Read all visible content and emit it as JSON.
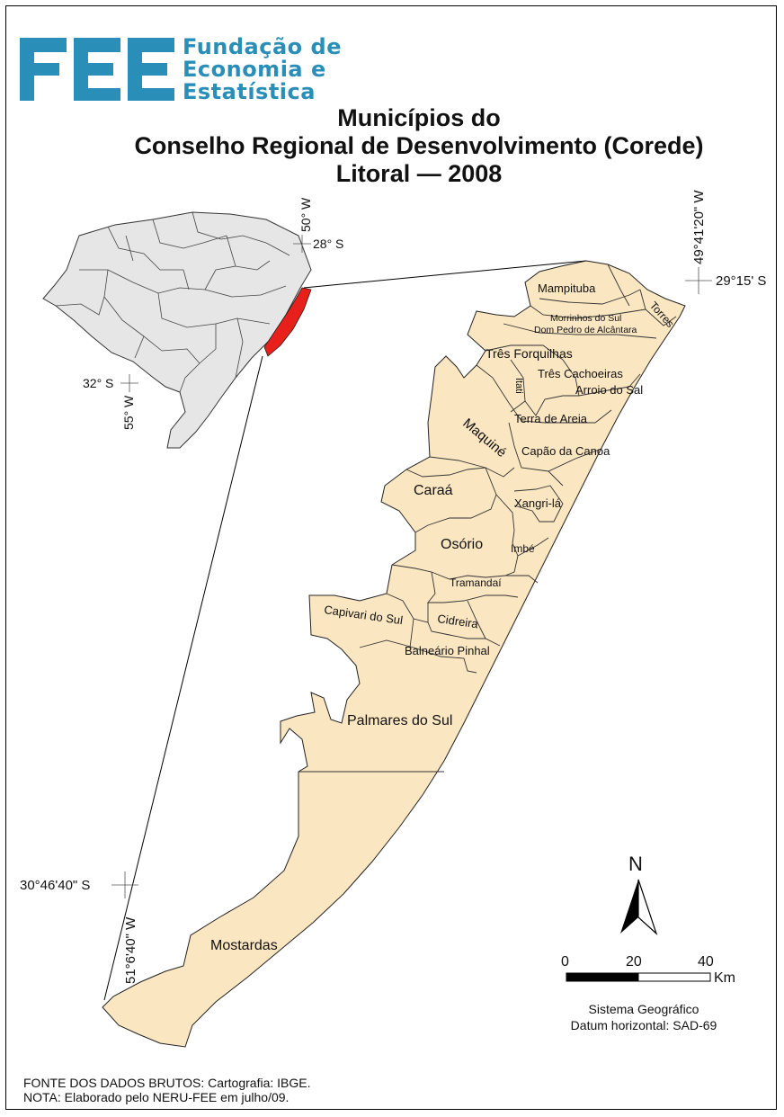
{
  "logo": {
    "lines": [
      "Fundação de",
      "Economia e",
      "Estatística"
    ],
    "color": "#2a8fb8",
    "mark_icon": "fee-logo-icon"
  },
  "title": {
    "line1": "Municípios do",
    "line2": "Conselho Regional de Desenvolvimento (Corede)",
    "line3": "Litoral — 2008"
  },
  "inset_coords": {
    "lon_top": "50° W",
    "lat_top": "28° S",
    "lat_left": "32° S",
    "lon_left": "55° W"
  },
  "main_coords": {
    "lon_top_right": "49°41'20\" W",
    "lat_top_right": "29°15' S",
    "lat_bottom_left": "30°46'40\" S",
    "lon_bottom_left": "51°6'40\" W"
  },
  "municipalities": {
    "mampituba": "Mampituba",
    "torres": "Torres",
    "morrinhos": "Morrinhos do Sul",
    "dom_pedro": "Dom Pedro de Alcântara",
    "tres_forquilhas": "Três Forquilhas",
    "tres_cachoeiras": "Três Cachoeiras",
    "itati": "Itati",
    "arroio_do_sal": "Arroio do Sal",
    "terra_de_areia": "Terra de Areia",
    "maquine": "Maquiné",
    "capao_da_canoa": "Capão da Canoa",
    "caraa": "Caraá",
    "xangri_la": "Xangri-lá",
    "osorio": "Osório",
    "imbe": "Imbé",
    "tramandai": "Tramandaí",
    "capivari": "Capivari do Sul",
    "cidreira": "Cidreira",
    "balneario_pinhal": "Balneário Pinhal",
    "palmares": "Palmares do Sul",
    "mostardas": "Mostardas"
  },
  "north_arrow": {
    "label": "N",
    "icon": "north-arrow-icon"
  },
  "scale_bar": {
    "ticks": [
      "0",
      "20",
      "40"
    ],
    "unit": "Km"
  },
  "system": {
    "line1": "Sistema Geográfico",
    "line2": "Datum horizontal: SAD-69"
  },
  "footer": {
    "source": "FONTE DOS DADOS BRUTOS: Cartografia: IBGE.",
    "note": "NOTA: Elaborado pelo NERU-FEE em julho/09."
  },
  "colors": {
    "region_fill": "#fbe6c2",
    "inset_fill": "#e6e6e6",
    "highlight": "#e8201c",
    "border": "#333333"
  }
}
